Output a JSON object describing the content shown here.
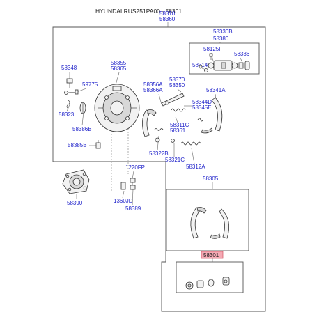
{
  "diagram": {
    "title": "HYUNDAI RUS251PA00 - 58301",
    "header_codes": [
      "58310",
      "58360"
    ],
    "labels": {
      "p58330B": "58330B",
      "p58380": "58380",
      "p58125F": "58125F",
      "p58336": "58336",
      "p58314": "58314",
      "p58348": "58348",
      "p58355": "58355",
      "p58365": "58365",
      "p58370": "58370",
      "p58350": "58350",
      "p58356A": "58356A",
      "p58366A": "58366A",
      "p58341A": "58341A",
      "p59775": "59775",
      "p58344D": "58344D",
      "p58345E": "58345E",
      "p58323": "58323",
      "p58311C": "58311C",
      "p58361": "58361",
      "p58386B": "58386B",
      "p58385B": "58385B",
      "p58322B": "58322B",
      "p58321C": "58321C",
      "p58312A": "58312A",
      "p1220FP": "1220FP",
      "p58305": "58305",
      "p58390": "58390",
      "p1360JD": "1360JD",
      "p58389": "58389",
      "p58301": "58301"
    },
    "highlight_color": "#f5a9b4",
    "label_color": "#1c1fc9"
  }
}
